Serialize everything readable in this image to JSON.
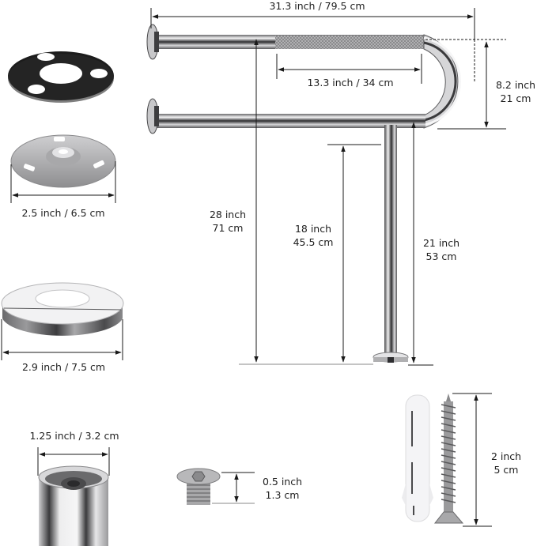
{
  "diagram": {
    "subject": "U-shaped stainless steel toilet grab bar with floor leg and mounting parts",
    "colors": {
      "background": "#ffffff",
      "dimension_line": "#1a1a1a",
      "steel_light": "#e8e8ea",
      "steel_dark": "#3a3a3c",
      "gasket": "#1c1c1c"
    },
    "main_bar": {
      "overall_length": "31.3 inch / 79.5 cm",
      "grip_length": "13.3 inch / 34 cm",
      "width_inch": "8.2 inch",
      "width_cm": "21 cm",
      "wall_height_inch": "28 inch",
      "wall_height_cm": "71 cm",
      "leg_length_inch": "18 inch",
      "leg_length_cm": "45.5 cm",
      "bar_height_inch": "21 inch",
      "bar_height_cm": "53 cm"
    },
    "parts": [
      {
        "id": "rubber-gasket",
        "label": ""
      },
      {
        "id": "mounting-plate",
        "label": "2.5 inch / 6.5 cm"
      },
      {
        "id": "flange-cover",
        "label": "2.9 inch / 7.5 cm"
      },
      {
        "id": "tube-diameter",
        "label": "1.25 inch / 3.2 cm"
      },
      {
        "id": "hex-screw",
        "label_inch": "0.5 inch",
        "label_cm": "1.3 cm"
      },
      {
        "id": "wood-screw-anchor",
        "label_inch": "2 inch",
        "label_cm": "5 cm"
      }
    ]
  }
}
